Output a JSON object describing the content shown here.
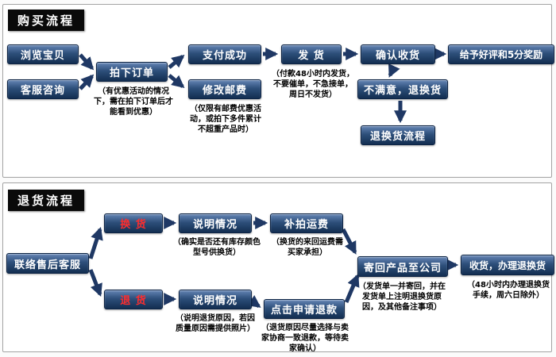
{
  "colors": {
    "box_dark": "#132e51",
    "accent_red": "#ff2d2d",
    "arrow": "#1f3864",
    "badge_bg": "#0a0a0a"
  },
  "purchase": {
    "title": "购买流程",
    "nodes": {
      "browse": "浏览宝贝",
      "service": "客服咨询",
      "order": "拍下订单",
      "order_note": "（有优惠活动的情况下，需在拍下订单后才能看到优惠）",
      "pay": "支付成功",
      "postage": "修改邮费",
      "postage_note": "（仅限有邮费优惠活动，或拍下多件累计不超重产品时）",
      "ship": "发 货",
      "ship_note": "（付款48小时内发货，不要催单，不急接单，周日不发货）",
      "confirm": "确认收货",
      "praise": "给予好评和5分奖励",
      "unsatisfied": "不满意，退换货",
      "return_flow": "退换货流程"
    }
  },
  "return": {
    "title": "退货流程",
    "nodes": {
      "contact": "联络售后客服",
      "exchange": "换 货",
      "explain_exchange": "说明情况",
      "explain_exchange_note": "（确实是否还有库存颜色型号供换货）",
      "freight": "补拍运费",
      "freight_note": "（换货的来回运费需买家承担）",
      "refund": "退 货",
      "explain_refund": "说明情况",
      "explain_refund_note": "（说明退货原因，若因质量原因需提供照片）",
      "apply": "点击申请退款",
      "apply_note": "（退货原因尽量选择与卖家协商一致退款，等待卖家确认）",
      "sendback": "寄回产品至公司",
      "sendback_note": "（发货单一并寄回，并在发货单上注明退换货原因，及其他备注事项）",
      "receive": "收货，办理退换货",
      "receive_note": "（48小时内办理退换货手续，周六日除外）"
    }
  }
}
